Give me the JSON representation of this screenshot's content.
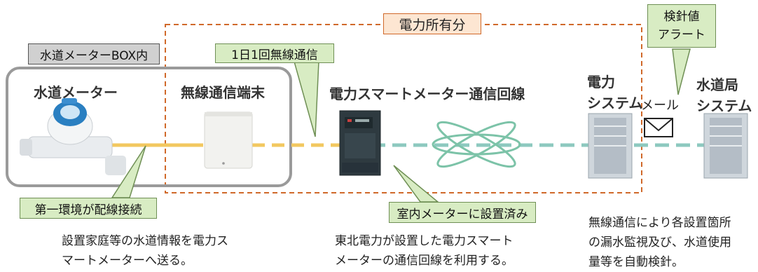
{
  "owned_region": {
    "label": "電力所有分"
  },
  "meter_box": {
    "label": "水道メーターBOX内"
  },
  "callouts": {
    "wireless_daily": "1日1回無線通信",
    "alert_line1": "検針値",
    "alert_line2": "アラート",
    "wiring": "第一環境が配線接続",
    "indoor_meter": "室内メーターに設置済み"
  },
  "components": {
    "water_meter": "水道メーター",
    "wireless_terminal": "無線通信端末",
    "smart_meter_line": "電力スマートメーター通信回線",
    "power_system_l1": "電力",
    "power_system_l2": "システム",
    "mail": "メール",
    "water_bureau_l1": "水道局",
    "water_bureau_l2": "システム"
  },
  "descriptions": {
    "left": [
      "設置家庭等の水道情報を電力ス",
      "マートメーターへ送る。"
    ],
    "middle": [
      "東北電力が設置した電力スマート",
      "メーターの通信回線を利用する。"
    ],
    "right": [
      "無線通信により各設置箇所",
      "の漏水監視及び、水道使用",
      "量等を自動検針。"
    ]
  },
  "colors": {
    "owned_border": "#d0692a",
    "wired_line": "#f2c860",
    "wireless_line": "#8dc9bf",
    "callout_fill": "#d8ecc3"
  },
  "icons": [
    "water-meter-icon",
    "wireless-terminal-icon",
    "smart-meter-icon",
    "network-atom-icon",
    "server-icon",
    "envelope-icon"
  ]
}
